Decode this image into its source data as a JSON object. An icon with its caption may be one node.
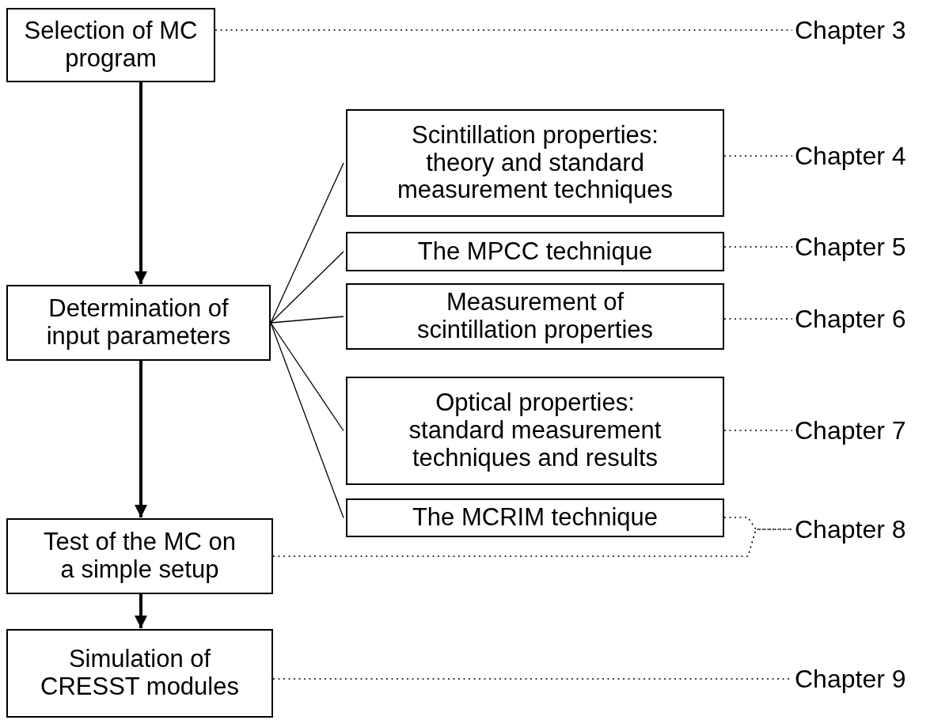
{
  "diagram": {
    "nodes": [
      {
        "text": [
          "Selection of MC program"
        ]
      },
      {
        "text": [
          "Determination of input parameters"
        ]
      },
      {
        "text": [
          "Test of the MC on a simple setup"
        ]
      },
      {
        "text": [
          "Simulation of CRESST modules"
        ]
      },
      {
        "text": [
          "Scintillation properties: theory and standard measurement techniques"
        ]
      },
      {
        "text": [
          "The MPCC technique"
        ]
      },
      {
        "text": [
          "Measurement of scintillation properties"
        ]
      },
      {
        "text": [
          "Optical properties: standard measurement techniques and results"
        ]
      },
      {
        "text": [
          "The MCRIM technique"
        ]
      },
      {
        "text": [
          "Chapter 3"
        ]
      },
      {
        "text": [
          "Chapter 4"
        ]
      },
      {
        "text": [
          "Chapter 5"
        ]
      },
      {
        "text": [
          "Chapter 6"
        ]
      },
      {
        "text": [
          "Chapter 7"
        ]
      },
      {
        "text": [
          "Chapter 8"
        ]
      },
      {
        "text": [
          "Chapter 9"
        ]
      }
    ],
    "edges": [
      {
        "from": 0,
        "to": 1,
        "arrow": "to",
        "style": "thick"
      },
      {
        "from": 1,
        "to": 2,
        "arrow": "to",
        "style": "thick"
      },
      {
        "from": 2,
        "to": 3,
        "arrow": "to",
        "style": "thick"
      },
      {
        "from": 1,
        "to": 4,
        "arrow": "none"
      },
      {
        "from": 1,
        "to": 5,
        "arrow": "none"
      },
      {
        "from": 1,
        "to": 6,
        "arrow": "none"
      },
      {
        "from": 1,
        "to": 7,
        "arrow": "none"
      },
      {
        "from": 1,
        "to": 8,
        "arrow": "none"
      },
      {
        "from": 0,
        "to": 9,
        "arrow": "none",
        "style": "dashed"
      },
      {
        "from": 4,
        "to": 10,
        "arrow": "none",
        "style": "dashed"
      },
      {
        "from": 5,
        "to": 11,
        "arrow": "none",
        "style": "dashed"
      },
      {
        "from": 6,
        "to": 12,
        "arrow": "none",
        "style": "dashed"
      },
      {
        "from": 7,
        "to": 13,
        "arrow": "none",
        "style": "dashed"
      },
      {
        "from": 8,
        "to": 14,
        "arrow": "none",
        "style": "dashed"
      },
      {
        "from": 2,
        "to": 14,
        "arrow": "none",
        "style": "dashed"
      },
      {
        "from": 3,
        "to": 15,
        "arrow": "none",
        "style": "dashed"
      }
    ]
  }
}
